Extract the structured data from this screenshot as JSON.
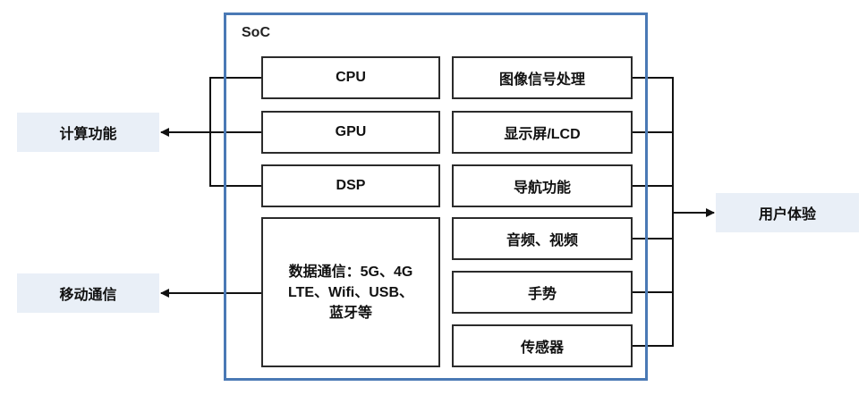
{
  "soc": {
    "label": "SoC"
  },
  "left_blocks": [
    {
      "label": "CPU"
    },
    {
      "label": "GPU"
    },
    {
      "label": "DSP"
    },
    {
      "label": "数据通信：5G、4G\nLTE、Wifi、USB、\n蓝牙等"
    }
  ],
  "right_blocks": [
    {
      "label": "图像信号处理"
    },
    {
      "label": "显示屏/LCD"
    },
    {
      "label": "导航功能"
    },
    {
      "label": "音频、视频"
    },
    {
      "label": "手势"
    },
    {
      "label": "传感器"
    }
  ],
  "outputs": {
    "compute": "计算功能",
    "mobile": "移动通信",
    "ux": "用户体验"
  },
  "colors": {
    "soc_border": "#4a79b5",
    "output_fill": "#e9eff7",
    "line": "#111111"
  }
}
